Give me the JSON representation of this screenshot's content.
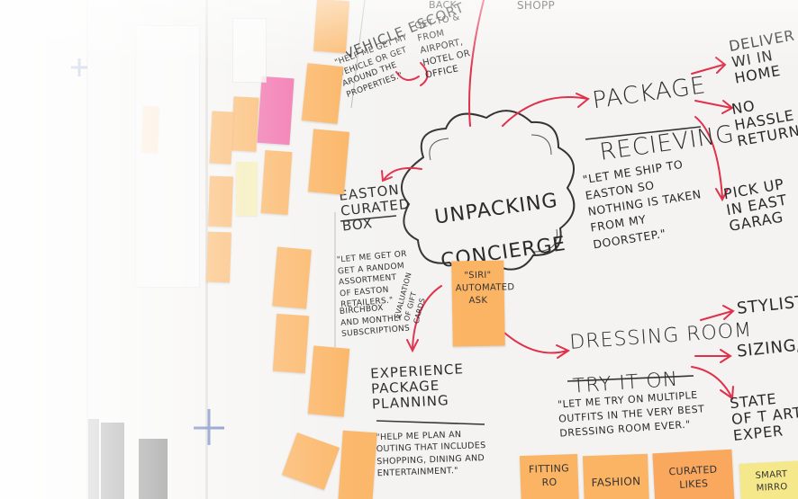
{
  "center": {
    "line1": "UNPACKING",
    "line2": "CONCIERGE"
  },
  "siri_note": "\"SIRI\" AUTOMATED ASK",
  "package": {
    "title_line1": "PACKAGE",
    "title_line2": "RECIEVING",
    "quote": "\"LET ME SHIP TO EASTON SO NOTHING IS TAKEN FROM MY DOORSTEP.\"",
    "options": [
      "DELIVER WI IN HOME",
      "NO HASSLE RETURNS",
      "PICK UP IN EAST GARAG"
    ]
  },
  "dressing": {
    "title_line1": "DRESSING ROOM",
    "title_line2": "TRY IT ON",
    "quote": "\"LET ME TRY ON MULTIPLE OUTFITS IN THE VERY BEST DRESSING ROOM EVER.\"",
    "options": [
      "STYLIST",
      "SIZING/",
      "STATE OF T ART EXPER"
    ]
  },
  "easton": {
    "title": "EASTON CURATED BOX",
    "note": "\"LET ME GET OR GET A RANDOM ASSORTMENT OF EASTON RETAILERS.\"",
    "sub1": "BIRCHBOX AND MONTHLY SUBSCRIPTIONS",
    "sub2": "EVALUATION OF GIFT CARDS"
  },
  "experience": {
    "title": "EXPERIENCE PACKAGE PLANNING",
    "quote": "\"HELP ME PLAN AN OUTING THAT INCLUDES SHOPPING, DINING AND ENTERTAINMENT.\""
  },
  "vehicle": {
    "title": "VEHICLE ESCORT",
    "note": "\"HELP ME GET MY VEHICLE OR GET AROUND THE PROPERTIES.\"",
    "side": "GET TO & FROM AIRPORT, HOTEL OR OFFICE",
    "back": "BACK"
  },
  "top_fragment": "SHOPP",
  "bottom_notes": [
    "FITTING RO",
    "FASHION",
    "CURATED LIKES",
    "SMART MIRRO"
  ],
  "colors": {
    "ink": "#2a2a2a",
    "red_marker": "#e0304b",
    "sticky_orange": "#fbb463",
    "sticky_pink": "#f06aa8"
  }
}
